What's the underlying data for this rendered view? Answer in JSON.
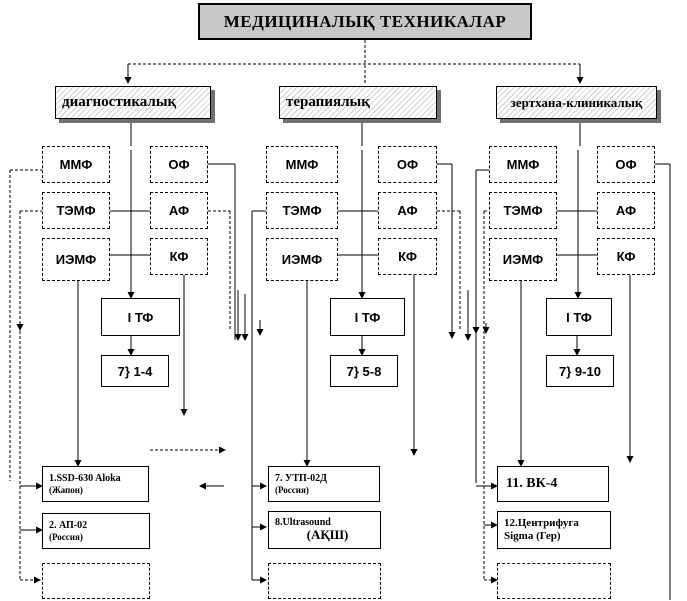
{
  "title": "МЕДИЦИНАЛЫҚ  ТЕХНИКАЛАР",
  "categories": {
    "diagnostic": "диагностикалық",
    "therapy": "терапиялық",
    "lab": "зертхана-клиникалық"
  },
  "cells": {
    "mmf": "ММФ",
    "of": "ОФ",
    "temf": "ТЭМФ",
    "af": "АФ",
    "iemf": "ИЭМФ",
    "kf": "КФ",
    "itf": "I ТФ"
  },
  "ranges": {
    "diagnostic": "7} 1-4",
    "therapy": "7} 5-8",
    "lab": "7} 9-10"
  },
  "devices": {
    "d1_name": "1.SSD-630 Aloka",
    "d1_origin": "(Жапон)",
    "d2_name": "2. АП-02",
    "d2_origin": "(Россия)",
    "d7_name": "7. УТП-02Д",
    "d7_origin": "(Россия)",
    "d8_name": "8.Ultrasound",
    "d8_origin": "(АҚШ)",
    "d11_name": "11.  ВК-4",
    "d12_name": "12.Центрифуга",
    "d12_origin": "Sigma (Гер)"
  }
}
